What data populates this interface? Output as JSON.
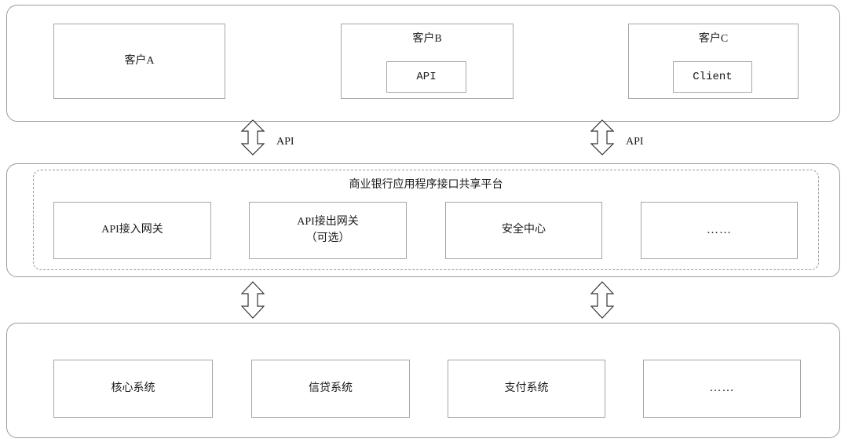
{
  "diagram": {
    "title_hidden": "",
    "layers": [
      {
        "id": "client-layer",
        "nodes": [
          {
            "label": "客户A",
            "sub": null
          },
          {
            "label": "客户B",
            "sub": "API"
          },
          {
            "label": "客户C",
            "sub": "Client"
          }
        ]
      },
      {
        "id": "platform-layer",
        "title": "商业银行应用程序接口共享平台",
        "nodes": [
          {
            "label": "API接入网关"
          },
          {
            "label": "API接出网关\n（可选）"
          },
          {
            "label": "安全中心"
          },
          {
            "label": "……"
          }
        ]
      },
      {
        "id": "backend-layer",
        "nodes": [
          {
            "label": "核心系统"
          },
          {
            "label": "信贷系统"
          },
          {
            "label": "支付系统"
          },
          {
            "label": "……"
          }
        ]
      }
    ],
    "connectors": [
      {
        "id": "client-to-platform-left",
        "label": "API"
      },
      {
        "id": "client-to-platform-right",
        "label": "API"
      },
      {
        "id": "platform-to-backend-left",
        "label": ""
      },
      {
        "id": "platform-to-backend-right",
        "label": ""
      }
    ],
    "colors": {
      "container_border": "#9a9a9a",
      "node_border": "#a6a6a6",
      "arrow_stroke": "#333333",
      "background": "#ffffff",
      "text": "#1a1a1a"
    }
  }
}
